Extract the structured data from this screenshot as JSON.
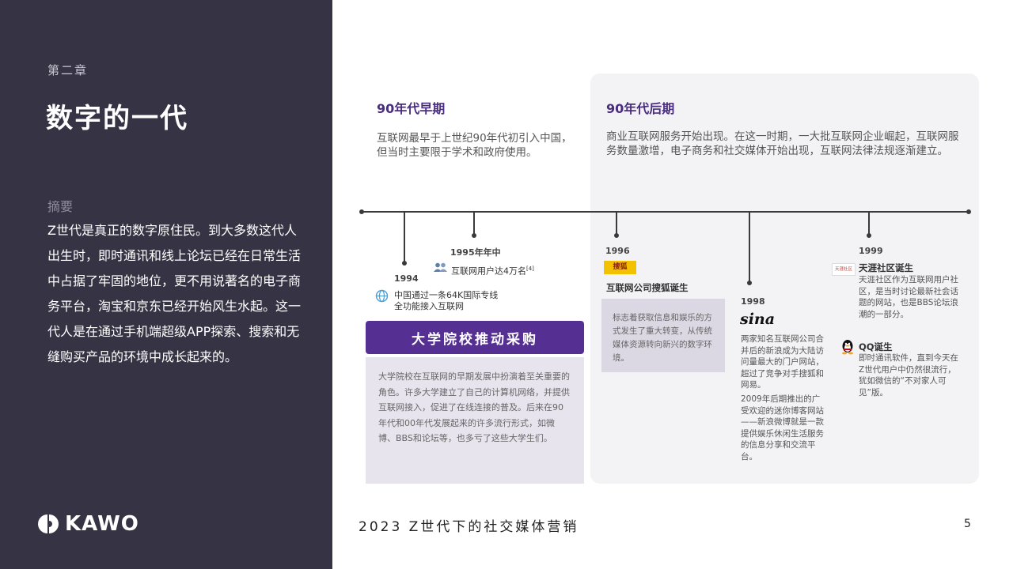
{
  "sidebar": {
    "chapter": "第二章",
    "title": "数字的一代",
    "summary_label": "摘要",
    "summary_text": "Z世代是真正的数字原住民。到大多数这代人出生时，即时通讯和线上论坛已经在日常生活中占据了牢固的地位，更不用说著名的电子商务平台，淘宝和京东已经开始风生水起。这一代人是在通过手机端超级APP探索、搜索和无缝购买产品的环境中成长起来的。",
    "logo_text": "KAWO"
  },
  "early": {
    "title": "90年代早期",
    "text": "互联网最早于上世纪90年代初引入中国，但当时主要限于学术和政府使用。"
  },
  "late": {
    "title": "90年代后期",
    "text": "商业互联网服务开始出现。在这一时期，一大批互联网企业崛起，互联网服务数量激增，电子商务和社交媒体开始出现，互联网法律法规逐渐建立。"
  },
  "events": {
    "e1994": {
      "year": "1994",
      "text": "中国通过一条64K国际专线全功能接入互联网",
      "icon": "globe-icon"
    },
    "e1995": {
      "year": "1995年年中",
      "text": "互联网用户达4万名",
      "sup": "[4]",
      "icon": "users-icon"
    },
    "e1996": {
      "year": "1996",
      "title": "互联网公司搜狐诞生",
      "logo": "搜狐",
      "detail": "标志着获取信息和娱乐的方式发生了重大转变，从传统媒体资源转向新兴的数字环境。"
    },
    "e1998": {
      "year": "1998",
      "logo": "sina",
      "text": "两家知名互联网公司合并后的新浪成为大陆访问量最大的门户网站，超过了竞争对手搜狐和网易。",
      "text2": "2009年后期推出的广受欢迎的迷你博客网站——新浪微博就是一款提供娱乐休闲生活服务的信息分享和交流平台。"
    },
    "e1999": {
      "year": "1999",
      "logo": "天涯社区",
      "title": "天涯社区诞生",
      "text": "天涯社区作为互联网用户社区，是当时讨论最新社会话题的网站，也是BBS论坛浪潮的一部分。",
      "qq_title": "QQ诞生",
      "qq_text": "即时通讯软件，直到今天在Z世代用户中仍然很流行，犹如微信的“不对家人可见”版。"
    }
  },
  "university": {
    "title": "大学院校推动采购",
    "text": "大学院校在互联网的早期发展中扮演着至关重要的角色。许多大学建立了自己的计算机网络，并提供互联网接入，促进了在线连接的普及。后来在90年代和00年代发展起来的许多流行形式，如微博、BBS和论坛等，也多亏了这些大学生们。"
  },
  "footer": {
    "title": "2023 Z世代下的社交媒体营销",
    "page": "5"
  },
  "colors": {
    "sidebar": "#363444",
    "accent": "#552f91",
    "panel": "#f3f3f5"
  }
}
